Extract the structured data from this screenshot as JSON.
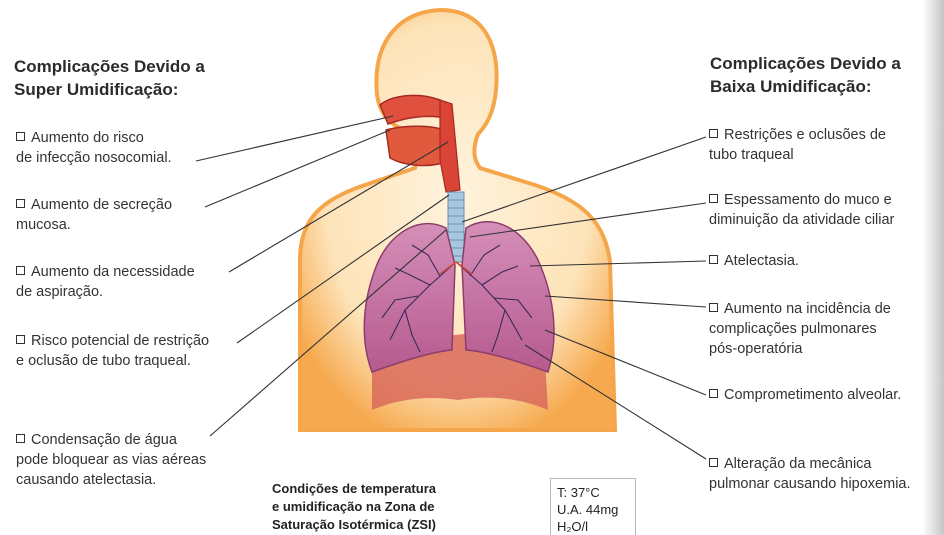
{
  "left_heading": {
    "line1": "Complicações Devido a",
    "line2": "Super Umidificação:"
  },
  "right_heading": {
    "line1": "Complicações Devido a",
    "line2": "Baixa Umidificação:"
  },
  "left_items": [
    {
      "line1": "Aumento do risco",
      "line2": "de infecção nosocomial."
    },
    {
      "line1": "Aumento de secreção",
      "line2": "mucosa."
    },
    {
      "line1": "Aumento da necessidade",
      "line2": "de aspiração."
    },
    {
      "line1": "Risco potencial de restrição",
      "line2": "e oclusão de tubo traqueal."
    },
    {
      "line1": "Condensação de água",
      "line2": "pode bloquear as vias aéreas",
      "line3": "causando atelectasia."
    }
  ],
  "right_items": [
    {
      "line1": "Restrições e oclusões  de",
      "line2": "tubo traqueal"
    },
    {
      "line1": "Espessamento do muco e",
      "line2": "diminuição da atividade ciliar"
    },
    {
      "line1": "Atelectasia."
    },
    {
      "line1": "Aumento na incidência de",
      "line2": "complicações pulmonares",
      "line3": "pós-operatória"
    },
    {
      "line1": "Comprometimento alveolar."
    },
    {
      "line1": "Alteração da mecânica",
      "line2": "pulmonar causando hipoxemia."
    }
  ],
  "caption": {
    "line1": "Condições de temperatura",
    "line2": "e umidificação na Zona de",
    "line3": "Saturação Isotérmica (ZSI)"
  },
  "conditions": {
    "temp": "T: 37°C",
    "ua": "U.A. 44mg",
    "unit": "H₂O/l"
  },
  "colors": {
    "body_glow": "#f7b35a",
    "lung": "#c45f9a",
    "airway": "#d9443a",
    "trachea": "#a9c8df"
  }
}
